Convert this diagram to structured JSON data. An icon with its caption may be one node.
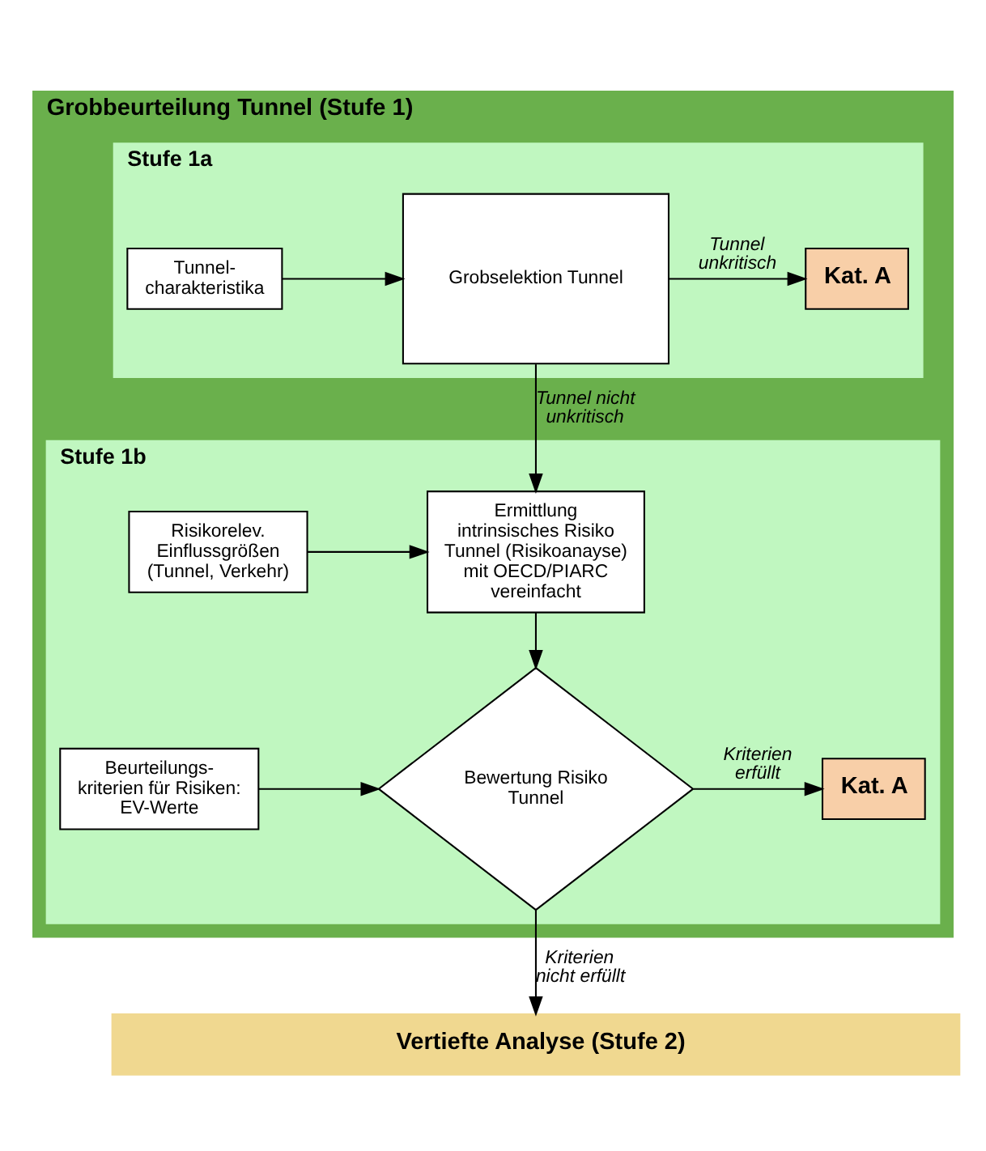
{
  "diagram": {
    "nodes": [
      {
        "text": [
          "Grobbeurteilung Tunnel (Stufe 1)"
        ]
      },
      {
        "text": [
          "Stufe 1a"
        ],
        "in": 0
      },
      {
        "text": [
          "Tunnel- charakteristika"
        ],
        "in": 1
      },
      {
        "text": [
          "Grobselektion Tunnel"
        ],
        "in": 1
      },
      {
        "text": [
          "Kat. A"
        ],
        "in": 1
      },
      {
        "text": [
          "Stufe 1b"
        ],
        "in": 0
      },
      {
        "text": [
          "Risikorelev. Einflussgrößen (Tunnel, Verkehr)"
        ],
        "in": 5
      },
      {
        "text": [
          "Ermittlung intrinsisches Risiko Tunnel (Risikoanayse) mit OECD/PIARC vereinfacht"
        ],
        "in": 5
      },
      {
        "text": [
          "Beurteilungs- kriterien für Risiken: EV-Werte"
        ],
        "in": 5
      },
      {
        "text": [
          "Bewertung Risiko Tunnel"
        ],
        "in": 5
      },
      {
        "text": [
          "Kat. A"
        ],
        "in": 5
      },
      {
        "text": [
          "Vertiefte Analyse (Stufe 2)"
        ]
      }
    ],
    "edges": [
      {
        "from": 2,
        "to": 3,
        "arrow": "to"
      },
      {
        "from": 3,
        "to": 4,
        "arrow": "to",
        "label": "Tunnel unkritisch"
      },
      {
        "from": 3,
        "to": 7,
        "arrow": "to",
        "label": "Tunnel nicht unkritisch"
      },
      {
        "from": 6,
        "to": 7,
        "arrow": "to"
      },
      {
        "from": 7,
        "to": 9,
        "arrow": "to"
      },
      {
        "from": 8,
        "to": 9,
        "arrow": "to"
      },
      {
        "from": 9,
        "to": 10,
        "arrow": "to",
        "label": "Kriterien erfüllt"
      },
      {
        "from": 9,
        "to": 11,
        "arrow": "to",
        "label": "Kriterien nicht erfüllt"
      }
    ]
  }
}
